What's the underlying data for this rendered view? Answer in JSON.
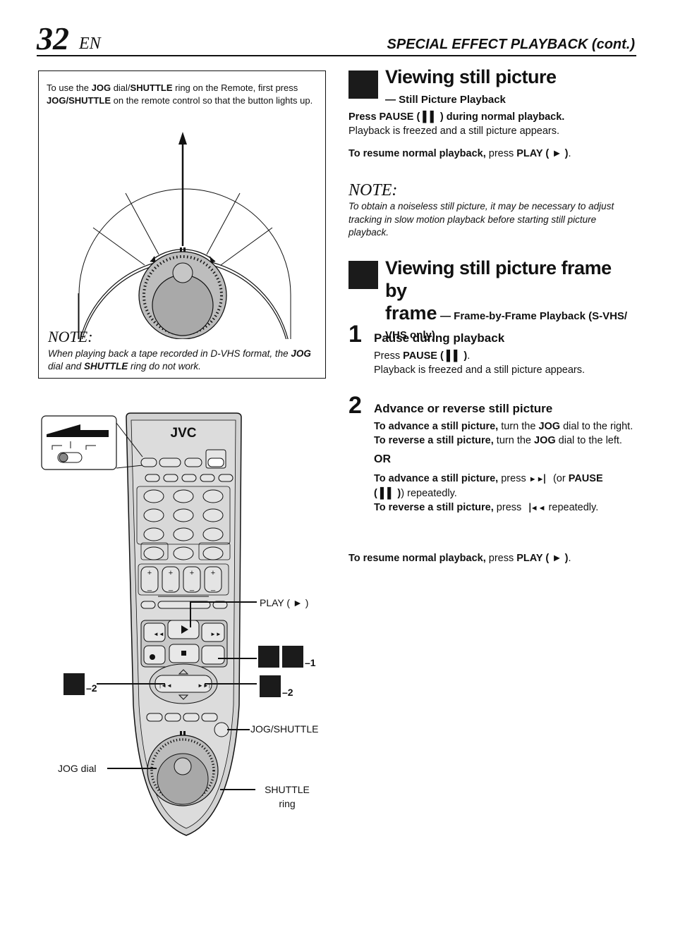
{
  "header": {
    "page_number": "32",
    "lang": "EN",
    "section_title": "SPECIAL EFFECT PLAYBACK (cont.)"
  },
  "left_box": {
    "intro_parts": [
      "To use the ",
      "JOG",
      " dial/",
      "SHUTTLE",
      " ring on the Remote, first press ",
      "JOG/SHUTTLE",
      " on the remote control so that the button lights up."
    ],
    "note_heading": "NOTE:",
    "note_parts": [
      "When playing back a tape recorded in D-VHS format, the ",
      "JOG",
      " dial and ",
      "SHUTTLE",
      " ring do not work."
    ]
  },
  "remote": {
    "brand": "JVC",
    "callouts": {
      "play": "PLAY ( ► )",
      "jog_shuttle": "JOG/SHUTTLE",
      "jog_dial": "JOG dial",
      "shuttle_ring_1": "SHUTTLE",
      "shuttle_ring_2": "ring",
      "step_right_1": "–1",
      "step_right_2": "–2",
      "step_left_2": "–2"
    }
  },
  "section1": {
    "title": "Viewing still picture",
    "subtitle": "— Still Picture Playback",
    "line1_bold": "Press PAUSE ( ▌▌ ) during normal playback.",
    "line2": "Playback is freezed and a still picture appears.",
    "resume_bold": "To resume normal playback,",
    "resume_text": " press ",
    "resume_key": "PLAY ( ► )",
    "resume_end": ".",
    "note_heading": "NOTE:",
    "note_text": "To obtain a noiseless still picture, it may be necessary to adjust tracking in slow motion playback before starting still picture playback."
  },
  "section2": {
    "title_line1": "Viewing still picture frame by",
    "title_line2": "frame",
    "subtitle_a": "— Frame-by-Frame Playback (S-VHS/",
    "subtitle_b": "VHS only)",
    "step1": {
      "number": "1",
      "heading": "Pause during playback",
      "text_a": "Press ",
      "text_key": "PAUSE ( ▌▌ )",
      "text_end": ".",
      "text2": "Playback is freezed and a still picture appears."
    },
    "step2": {
      "number": "2",
      "heading": "Advance or reverse still picture",
      "adv_bold": "To advance a still picture,",
      "adv_text_a": " turn the ",
      "adv_key": "JOG",
      "adv_text_b": " dial to the right.",
      "rev_bold": "To reverse a still picture,",
      "rev_text_a": " turn the ",
      "rev_key": "JOG",
      "rev_text_b": " dial to the left.",
      "or": "OR",
      "adv2_bold": "To advance a still picture,",
      "adv2_text_a": " press ",
      "adv2_icon": "►►▏",
      "adv2_text_b": " (or ",
      "adv2_key": "PAUSE",
      "adv2_key2": "( ▌▌ )",
      "adv2_text_c": ") repeatedly.",
      "rev2_bold": "To reverse a still picture,",
      "rev2_text_a": " press ",
      "rev2_icon": "▕◄◄",
      "rev2_text_b": " repeatedly."
    },
    "resume_bold": "To resume normal playback,",
    "resume_text": " press ",
    "resume_key": "PLAY ( ► )",
    "resume_end": "."
  }
}
